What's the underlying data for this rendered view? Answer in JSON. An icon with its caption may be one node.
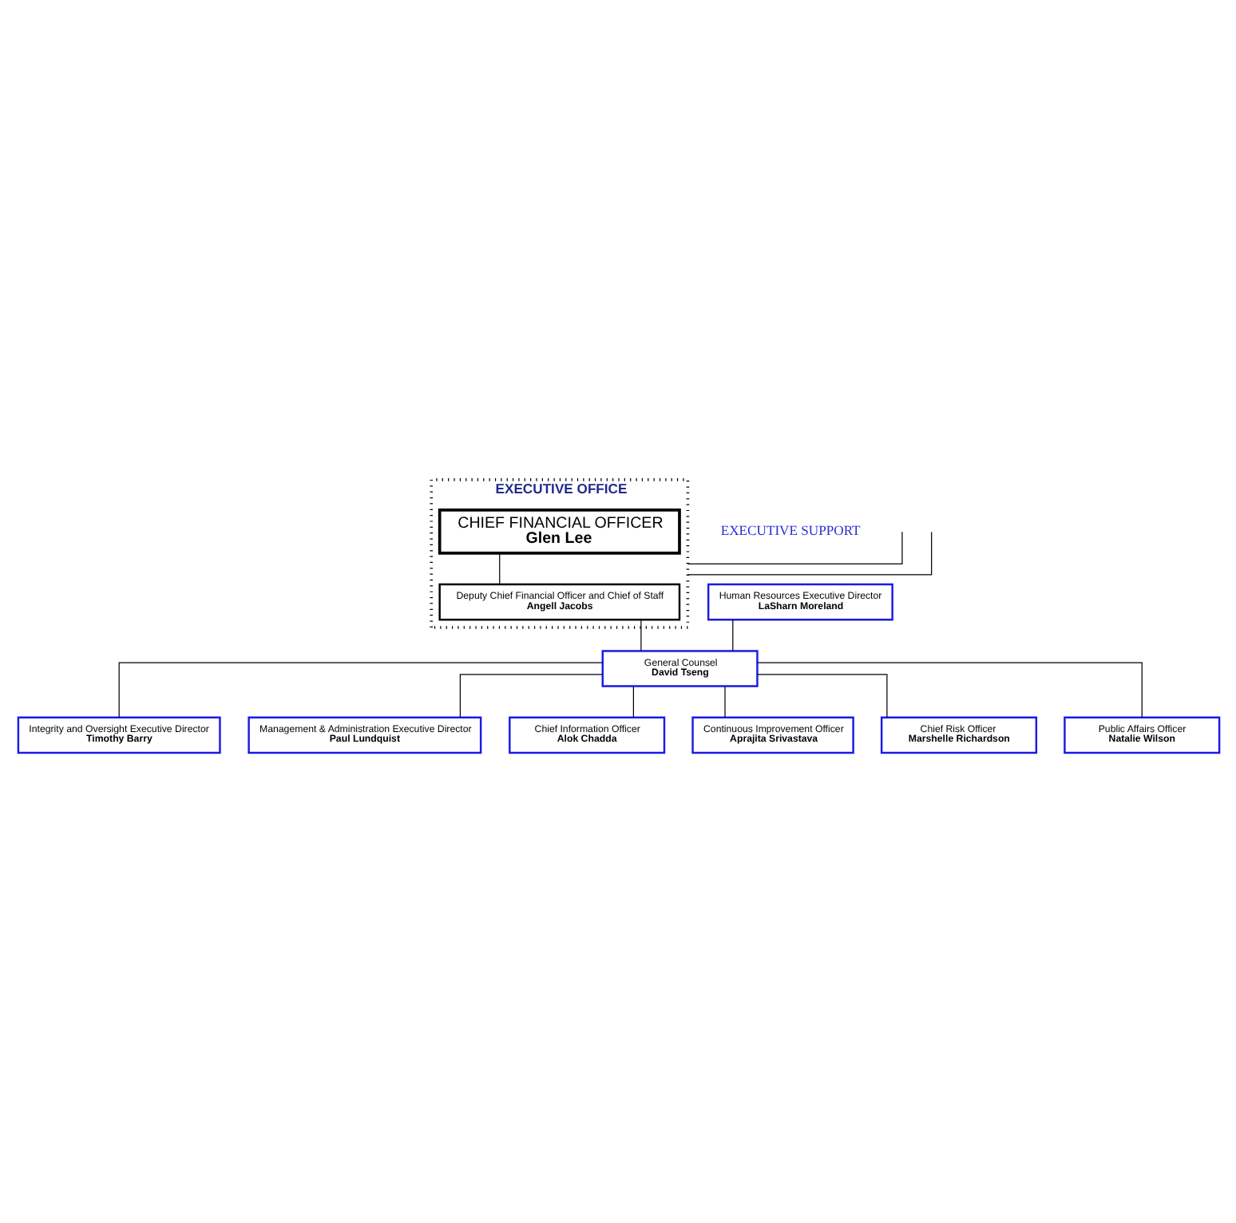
{
  "diagram": {
    "nodes": [
      {
        "text": [
          "EXECUTIVE OFFICE"
        ]
      },
      {
        "text": [
          "CHIEF FINANCIAL OFFICER",
          "Glen Lee"
        ],
        "in": 0
      },
      {
        "text": [
          "Deputy Chief Financial Officer and Chief of Staff",
          "Angell Jacobs"
        ],
        "in": 0
      },
      {
        "text": [
          "Human Resources Executive Director",
          "LaSharn Moreland"
        ]
      },
      {
        "text": [
          "General Counsel",
          "David Tseng"
        ]
      },
      {
        "text": [
          "Integrity and Oversight Executive Director",
          "Timothy Barry"
        ]
      },
      {
        "text": [
          "Management & Administration Executive Director",
          "Paul Lundquist"
        ]
      },
      {
        "text": [
          "Chief Information Officer",
          "Alok Chadda"
        ]
      },
      {
        "text": [
          "Continuous Improvement Officer",
          "Aprajita Srivastava"
        ]
      },
      {
        "text": [
          "Chief Risk Officer",
          "Marshelle Richardson"
        ]
      },
      {
        "text": [
          "Public Affairs Officer",
          "Natalie Wilson"
        ]
      }
    ],
    "edges": [
      {
        "from": null,
        "to": 0,
        "arrow": "none"
      },
      {
        "from": 0,
        "to": null,
        "arrow": "none"
      },
      {
        "from": 1,
        "to": 2,
        "arrow": "none"
      },
      {
        "from": 2,
        "to": 4,
        "arrow": "none"
      },
      {
        "from": 3,
        "to": 4,
        "arrow": "none"
      },
      {
        "from": 4,
        "to": 5,
        "arrow": "none"
      },
      {
        "from": 4,
        "to": 6,
        "arrow": "none"
      },
      {
        "from": 4,
        "to": 7,
        "arrow": "none"
      },
      {
        "from": 4,
        "to": 8,
        "arrow": "none"
      },
      {
        "from": 4,
        "to": 9,
        "arrow": "none"
      },
      {
        "from": 4,
        "to": 10,
        "arrow": "none"
      }
    ],
    "labels": [
      "EXECUTIVE SUPPORT"
    ]
  }
}
